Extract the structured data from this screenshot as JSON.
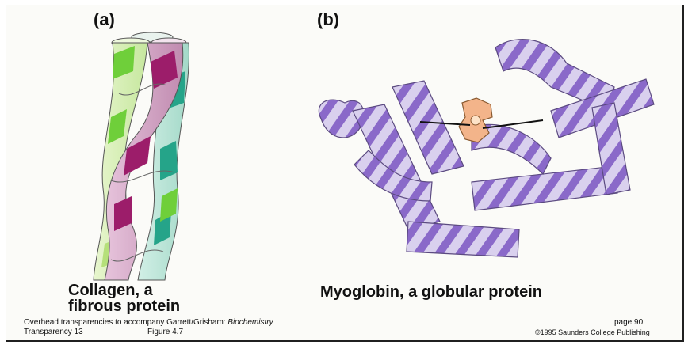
{
  "panel_a": {
    "label": "(a)",
    "caption_line1": "Collagen, a",
    "caption_line2": "fibrous protein"
  },
  "panel_b": {
    "label": "(b)",
    "caption": "Myoglobin, a globular protein"
  },
  "footer": {
    "left_line1_prefix": "Overhead transparencies to accompany Garrett/Grisham: ",
    "left_line1_title": "Biochemistry",
    "left_line2_a": "Transparency 13",
    "left_line2_b": "Figure  4.7",
    "right_line1": "page  90",
    "right_line2": "©1995 Saunders College Publishing"
  },
  "colors": {
    "strand_green": "#6fcf3a",
    "strand_magenta": "#9c1d6a",
    "strand_teal": "#25a489",
    "helix_purple": "#8a69c9",
    "helix_light": "#d9d0ee",
    "heme": "#f3b48a"
  }
}
